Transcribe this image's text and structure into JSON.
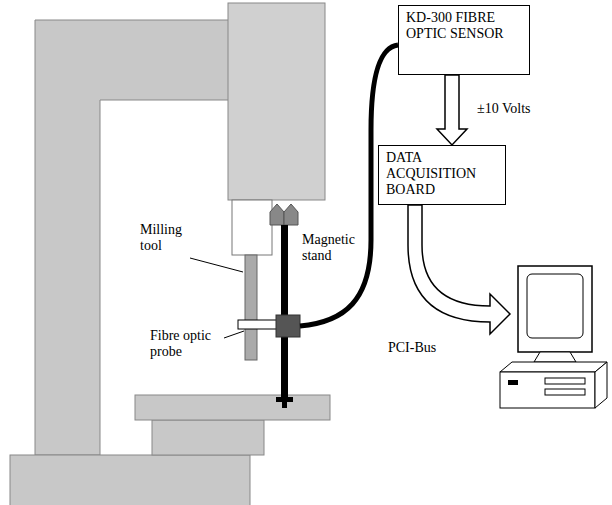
{
  "diagram": {
    "nodes": [
      {
        "text": [
          "KD-300 FIBRE OPTIC SENSOR"
        ]
      },
      {
        "text": [
          "DATA ACQUISITION BOARD"
        ]
      }
    ],
    "edges": [
      {
        "from": 0,
        "to": 1,
        "arrow": "to",
        "label": "±10 Volts"
      }
    ],
    "labels": [
      "Milling tool",
      "Magnetic stand",
      "Fibre optic probe",
      "PCI-Bus"
    ]
  }
}
